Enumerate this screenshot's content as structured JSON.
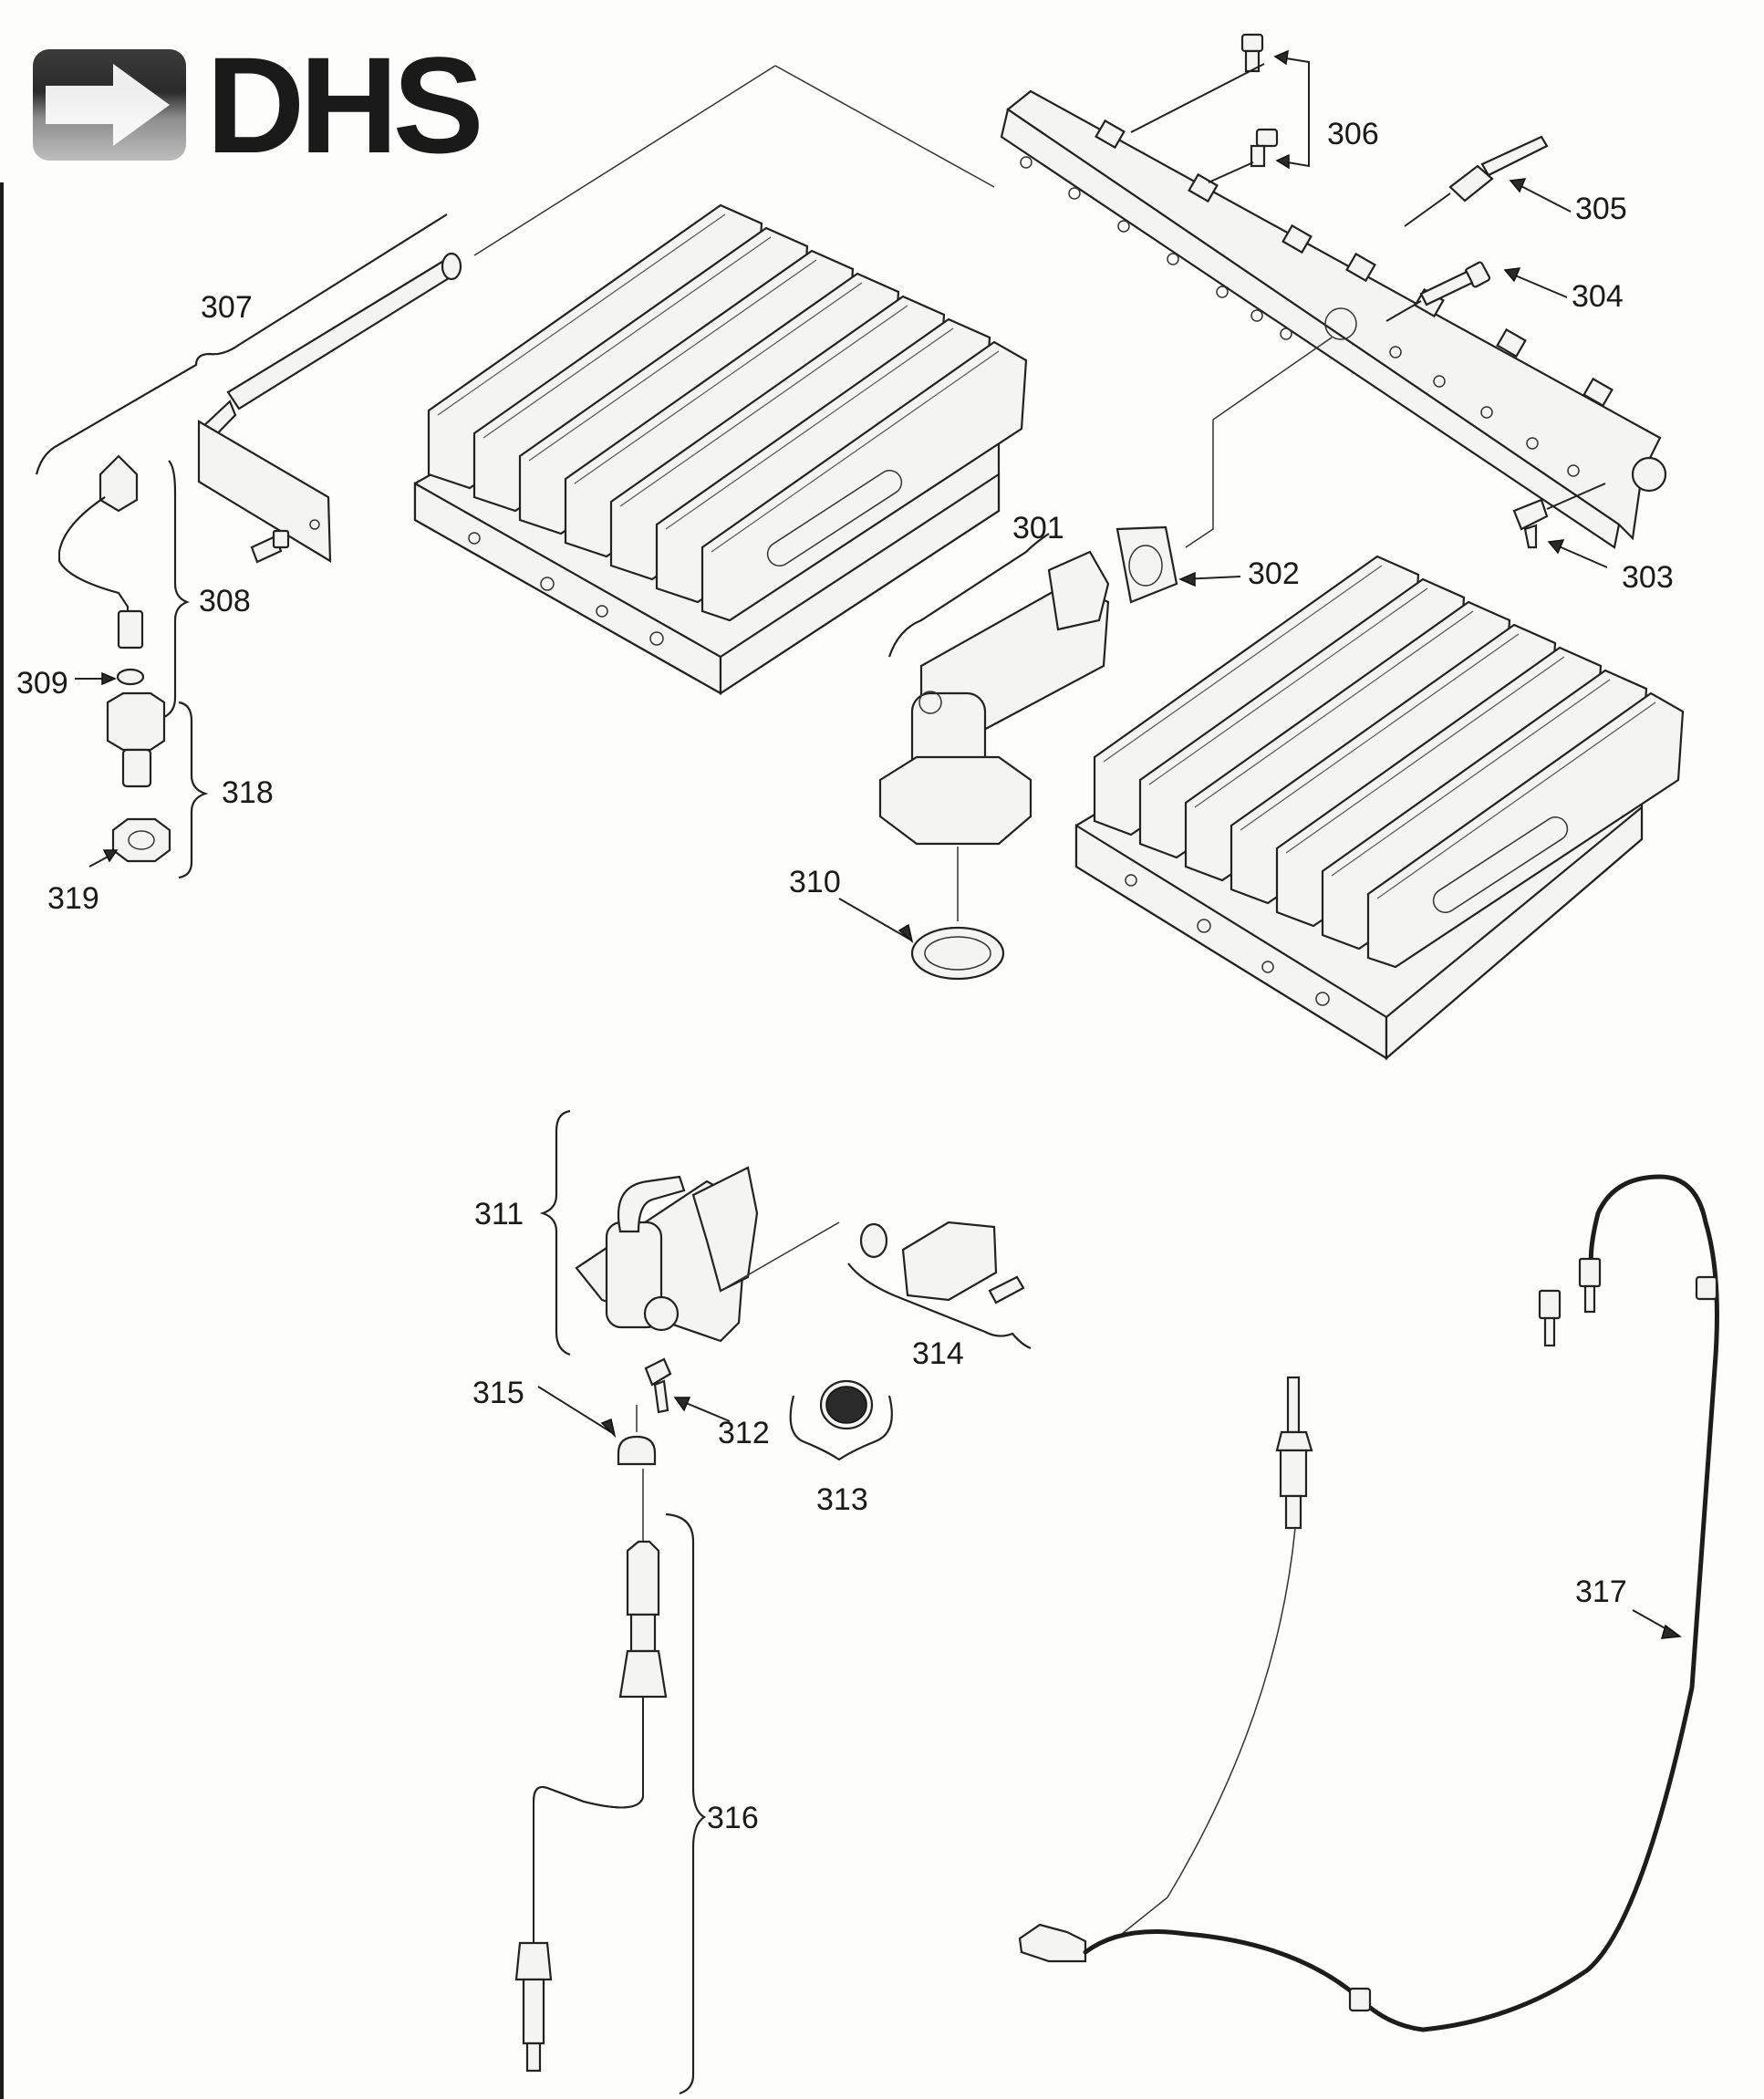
{
  "brand": {
    "name": "DHS"
  },
  "callouts": {
    "c301": "301",
    "c302": "302",
    "c303": "303",
    "c304": "304",
    "c305": "305",
    "c306": "306",
    "c307": "307",
    "c308": "308",
    "c309": "309",
    "c310": "310",
    "c311": "311",
    "c312": "312",
    "c313": "313",
    "c314": "314",
    "c315": "315",
    "c316": "316",
    "c317": "317",
    "c318": "318",
    "c319": "319"
  }
}
